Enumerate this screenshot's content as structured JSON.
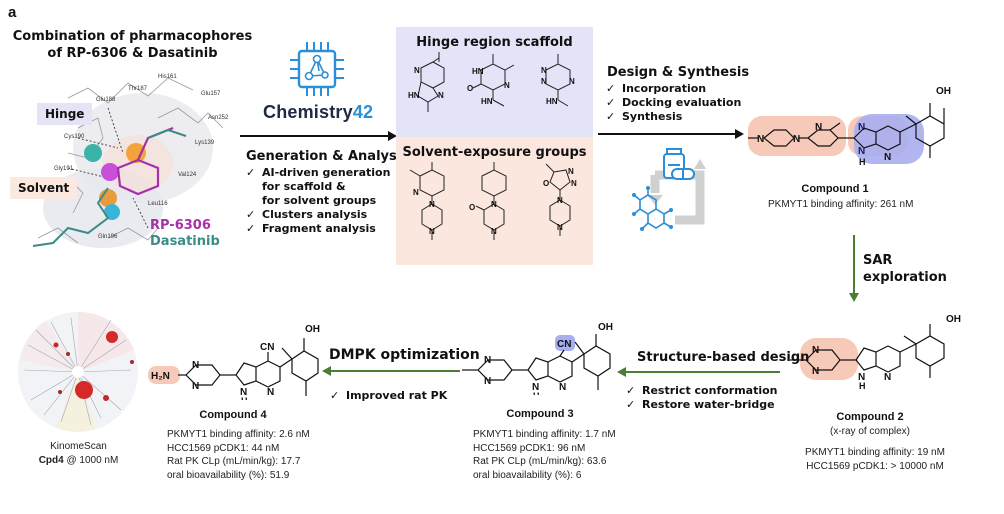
{
  "panel_label": "a",
  "combination": {
    "title_line1": "Combination of pharmacophores",
    "title_line2": "of RP-6306 & Dasatinib",
    "hinge_tag": "Hinge",
    "solvent_tag": "Solvent",
    "ligand1": "RP-6306",
    "ligand2": "Dasatinib",
    "residues": [
      "His161",
      "Thr187",
      "Glu188",
      "Glu157",
      "Asn252",
      "Cys190",
      "Lys139",
      "Gly191",
      "Val124",
      "Leu116",
      "Gln196"
    ],
    "colors": {
      "rp6306": "#a531a7",
      "dasatinib": "#3d8b87"
    }
  },
  "chemistry42": {
    "logo_text": "Chemistry",
    "logo_number": "42",
    "icon": "ai-chip-network-icon"
  },
  "generation": {
    "title": "Generation & Analysis",
    "items": [
      "AI-driven generation for scaffold & for solvent groups",
      "Clusters analysis",
      "Fragment analysis"
    ],
    "item1_lines": [
      "AI-driven generation",
      "for scaffold &",
      "for solvent groups"
    ]
  },
  "hinge_scaffold": {
    "title": "Hinge region scaffold",
    "structures": [
      "imidazo[4,5-b]pyridine",
      "pyrazinone-amine",
      "triazine-amine"
    ],
    "atom_labels": [
      [
        "N",
        "HN",
        "N"
      ],
      [
        "HN",
        "O",
        "N",
        "HN"
      ],
      [
        "N",
        "N",
        "N",
        "HN"
      ]
    ]
  },
  "solvent_groups": {
    "title": "Solvent-exposure groups",
    "structures": [
      "methylpyridyl-methylpiperazine",
      "phenyl-methylpiperazinone",
      "oxadiazolyl-methylpiperazine"
    ]
  },
  "design": {
    "title": "Design & Synthesis",
    "items": [
      "Incorporation",
      "Docking evaluation",
      "Synthesis"
    ],
    "icon": "drug-synthesis-cycle-icon"
  },
  "compound1": {
    "name": "Compound 1",
    "props": [
      "PKMYT1 binding affinity: 261 nM"
    ]
  },
  "sar": {
    "line1": "SAR",
    "line2": "exploration"
  },
  "compound2": {
    "name": "Compound 2",
    "subtitle": "(x-ray of complex)",
    "props": [
      "PKMYT1 binding affinity: 19 nM",
      "HCC1569 pCDK1: > 10000 nM"
    ]
  },
  "structure_based": {
    "title": "Structure-based design",
    "items": [
      "Restrict conformation",
      "Restore water-bridge"
    ]
  },
  "compound3": {
    "name": "Compound 3",
    "props": [
      "PKMYT1 binding affinity: 1.7 nM",
      "HCC1569 pCDK1: 96 nM",
      "Rat PK CLp (mL/min/kg): 63.6",
      "oral bioavailability (%): 6"
    ]
  },
  "dmpk": {
    "title": "DMPK optimization",
    "items": [
      "Improved rat PK"
    ]
  },
  "compound4": {
    "name": "Compound 4",
    "props": [
      "PKMYT1 binding affinity: 2.6 nM",
      "HCC1569 pCDK1: 44 nM",
      "Rat PK CLp (mL/min/kg): 17.7",
      "oral bioavailability (%): 51.9"
    ]
  },
  "kinome": {
    "line1": "KinomeScan",
    "line2_bold": "Cpd4",
    "line2_rest": " @ 1000 nM"
  },
  "atoms": {
    "OH": "OH",
    "N": "N",
    "H": "H",
    "CN": "CN",
    "NH": "N",
    "H2N": "H₂N",
    "HN": "HN",
    "O": "O"
  },
  "check": "✓",
  "colors": {
    "hinge_bg": "#e4e4f8",
    "solvent_bg": "#fbe7dd",
    "highlight_blue": "#9aa3e6",
    "highlight_salmon": "#f3b9a6",
    "arrow_green": "#4c7d35",
    "chemistry42_blue": "#2a8fd6"
  }
}
